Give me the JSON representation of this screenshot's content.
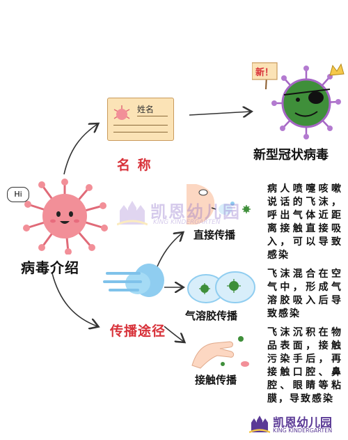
{
  "virus_intro": {
    "greeting": "Hi",
    "title": "病毒介绍"
  },
  "name_node": {
    "card_text": "姓名",
    "label": "名 称",
    "virus_flag": "新！",
    "virus_name": "新型冠状病毒"
  },
  "transmission": {
    "label": "传播途径",
    "routes": [
      {
        "name": "直接传播",
        "desc": "病人喷嚏咳嗽说话的飞沫，呼出气体近距离接触直接吸入，可以导致感染"
      },
      {
        "name": "气溶胶传播",
        "desc": "飞沫混合在空气中，形成气溶胶吸入后导致感染"
      },
      {
        "name": "接触传播",
        "desc": "飞沫沉积在物品表面，接触污染手后，再接触口腔、鼻腔、眼睛等粘膜，导致感染"
      }
    ]
  },
  "watermark": {
    "cn": "凯恩幼儿园",
    "en": "KING KINDERGARTEN"
  },
  "logo": {
    "cn": "凯恩幼儿园",
    "en": "KING KINDERGARTEN"
  },
  "colors": {
    "virus_pink": "#f28f98",
    "virus_green": "#3f8f3a",
    "spike_purple": "#a566c4",
    "arrow": "#333333",
    "label_red": "#d8323a",
    "card": "#fbe3b6",
    "logo_purple": "#5b3a96"
  }
}
